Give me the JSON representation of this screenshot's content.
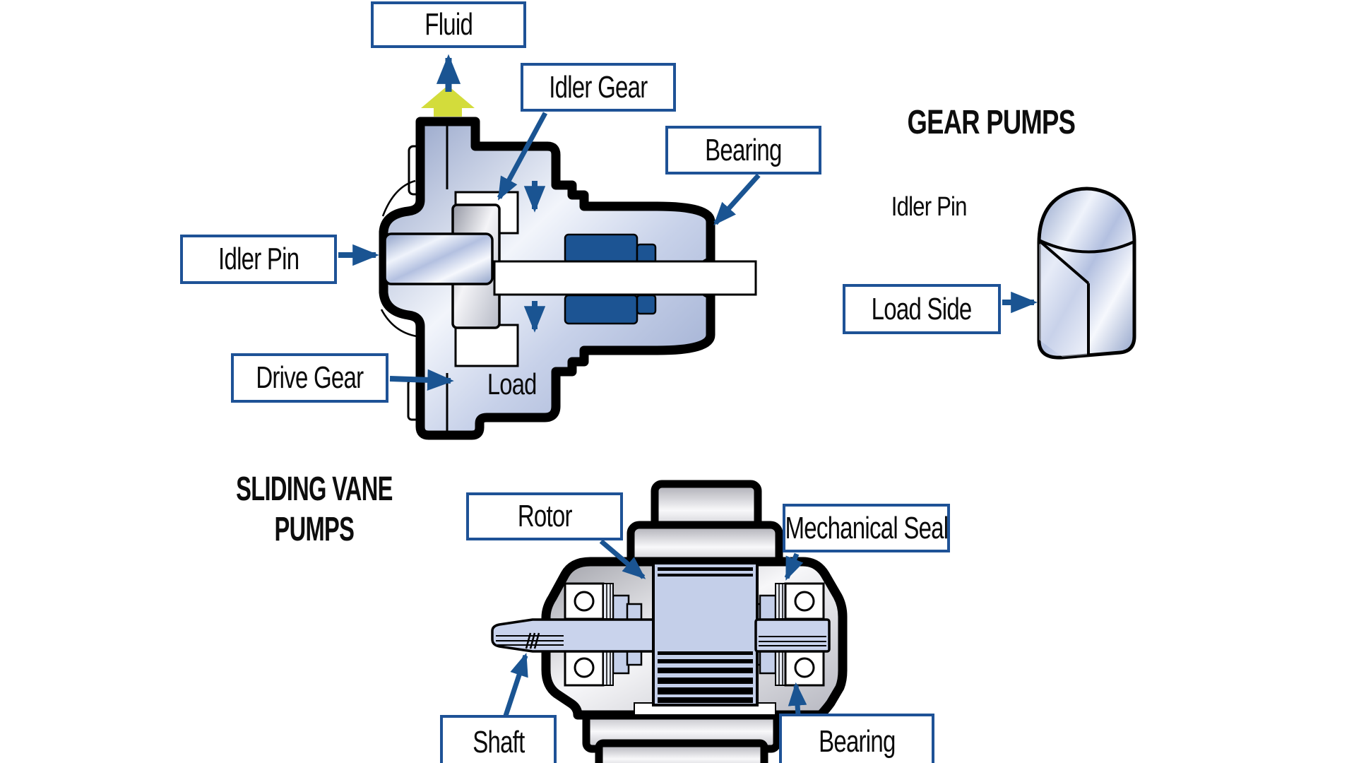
{
  "gear_pump_section": {
    "title": "GEAR PUMPS",
    "labels": {
      "fluid": "Fluid",
      "idler_gear": "Idler Gear",
      "bearing": "Bearing",
      "idler_pin": "Idler Pin",
      "drive_gear": "Drive Gear",
      "load": "Load"
    },
    "pin_detail": {
      "caption": "Idler Pin",
      "load_side": "Load Side"
    }
  },
  "vane_pump_section": {
    "title_line1": "SLIDING VANE",
    "title_line2": "PUMPS",
    "labels": {
      "rotor": "Rotor",
      "mechanical_seal": "Mechanical Seal",
      "shaft": "Shaft",
      "bearing": "Bearing"
    }
  },
  "colors": {
    "label_border_navy": "#1e5296",
    "arrow_blue": "#1a5492",
    "bearing_block_navy": "#1c5493",
    "fluid_inlet_yellow": "#d3dc3b",
    "metal_blue": "#c4cfe9"
  }
}
